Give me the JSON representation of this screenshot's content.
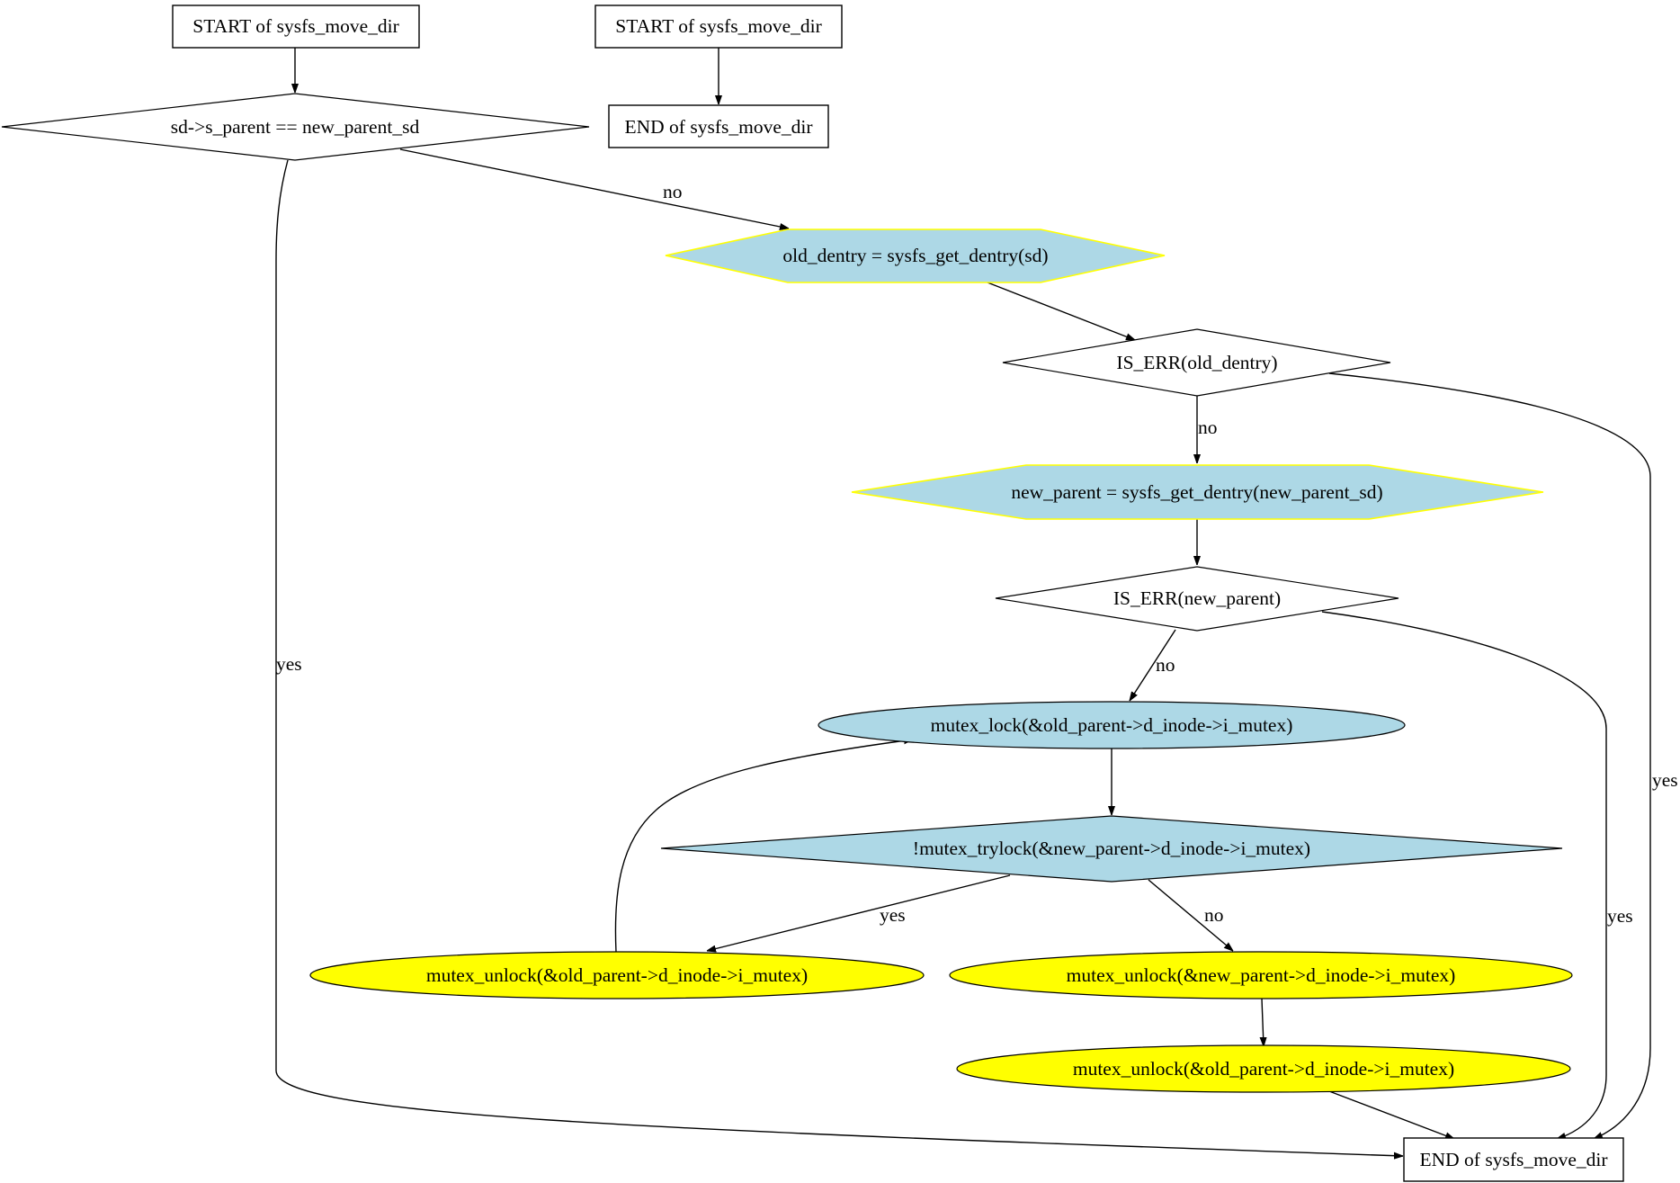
{
  "nodes": {
    "start1": "START of sysfs_move_dir",
    "start2": "START of sysfs_move_dir",
    "end_top": "END of sysfs_move_dir",
    "cond_parent": "sd->s_parent == new_parent_sd",
    "get_old": "old_dentry = sysfs_get_dentry(sd)",
    "err_old": "IS_ERR(old_dentry)",
    "get_new": "new_parent = sysfs_get_dentry(new_parent_sd)",
    "err_new": "IS_ERR(new_parent)",
    "lock_old": "mutex_lock(&old_parent->d_inode->i_mutex)",
    "trylock": "!mutex_trylock(&new_parent->d_inode->i_mutex)",
    "unlock_old_retry": "mutex_unlock(&old_parent->d_inode->i_mutex)",
    "unlock_new": "mutex_unlock(&new_parent->d_inode->i_mutex)",
    "unlock_old": "mutex_unlock(&old_parent->d_inode->i_mutex)",
    "end_bottom": "END of sysfs_move_dir"
  },
  "edge_labels": {
    "cond_parent_no": "no",
    "cond_parent_yes": "yes",
    "err_old_no": "no",
    "err_old_yes": "yes",
    "err_new_no": "no",
    "err_new_yes": "yes",
    "trylock_yes": "yes",
    "trylock_no": "no"
  },
  "colors": {
    "light_blue": "#add8e6",
    "yellow": "#ffff00"
  }
}
